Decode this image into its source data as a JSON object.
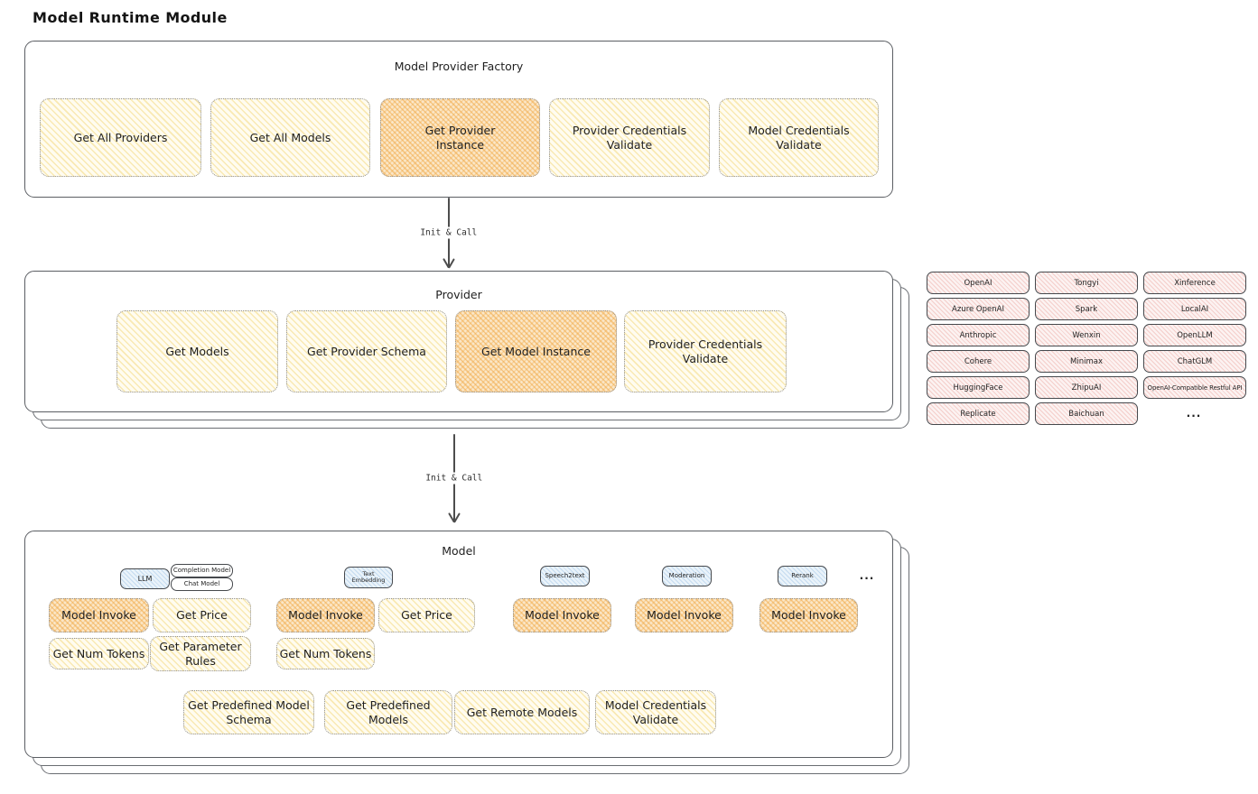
{
  "title": "Model Runtime Module",
  "arrows": {
    "factory_to_provider": "Init & Call",
    "provider_to_model": "Init & Call"
  },
  "factory": {
    "title": "Model Provider Factory",
    "boxes": [
      "Get All Providers",
      "Get All Models",
      "Get Provider\nInstance",
      "Provider Credentials\nValidate",
      "Model Credentials\nValidate"
    ]
  },
  "provider": {
    "title": "Provider",
    "boxes": [
      "Get Models",
      "Get Provider Schema",
      "Get Model Instance",
      "Provider Credentials\nValidate"
    ]
  },
  "supported_providers": [
    "OpenAI",
    "Tongyi",
    "Xinference",
    "Azure OpenAI",
    "Spark",
    "LocalAI",
    "Anthropic",
    "Wenxin",
    "OpenLLM",
    "Cohere",
    "Minimax",
    "ChatGLM",
    "HuggingFace",
    "ZhipuAI",
    "OpenAI-Compatible Restful API",
    "Replicate",
    "Baichuan"
  ],
  "supported_providers_more": "...",
  "model": {
    "title": "Model",
    "tabs": [
      "LLM",
      "Completion Model",
      "Chat Model",
      "Text\nEmbedding",
      "Speech2text",
      "Moderation",
      "Rerank"
    ],
    "tabs_more": "...",
    "operations": {
      "model_invoke": "Model Invoke",
      "get_price": "Get Price",
      "get_num_tokens": "Get Num Tokens",
      "get_parameter_rules": "Get Parameter\nRules",
      "get_predefined_model_schema": "Get Predefined Model\nSchema",
      "get_predefined_models": "Get Predefined\nModels",
      "get_remote_models": "Get Remote Models",
      "model_credentials_validate": "Model Credentials\nValidate"
    }
  }
}
